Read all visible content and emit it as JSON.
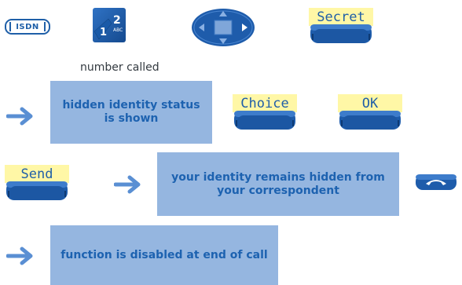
{
  "row1": {
    "isdn_key_label": "ISDN",
    "keypad_digit_1": "1",
    "keypad_digit_2": "2",
    "keypad_letters": "ABC",
    "secret_softkey_label": "Secret",
    "caption": "number called"
  },
  "row2": {
    "info_text": "hidden identity status is shown",
    "choice_softkey_label": "Choice",
    "ok_softkey_label": "OK"
  },
  "row3": {
    "send_softkey_label": "Send",
    "info_text": "your identity remains hidden from your correspondent"
  },
  "row4": {
    "info_text": "function is disabled at end of call"
  },
  "colors": {
    "key_blue": "#1f5fa8",
    "box_blue": "#95b6e0",
    "label_yellow": "#fff7a6",
    "arrow_blue": "#5a8fd3"
  },
  "icons": [
    "isdn-key-icon",
    "keypad-icon",
    "navigator-icon",
    "arrow-right-icon",
    "hang-up-icon"
  ]
}
